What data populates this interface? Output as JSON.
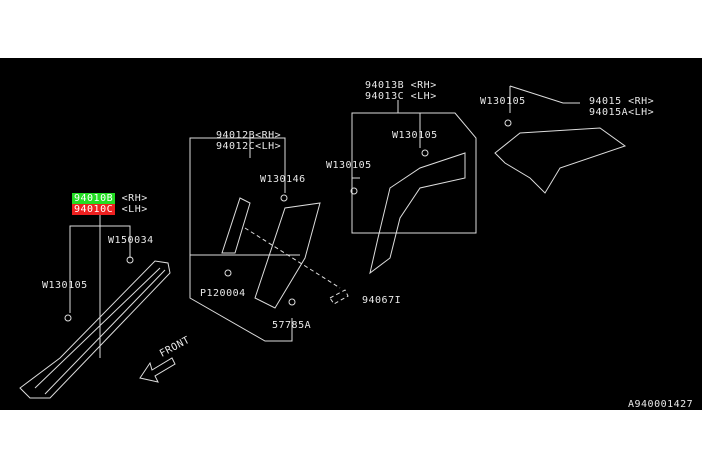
{
  "diagram_id": "A940001427",
  "highlight_colors": {
    "rh": "#22dd22",
    "lh": "#ee2020"
  },
  "groups": [
    {
      "id": "pillar-a",
      "rh_code": "94010B",
      "rh_tag": "<RH>",
      "lh_code": "94010C",
      "lh_tag": "<LH>",
      "parts": [
        "W150034",
        "W130105"
      ]
    },
    {
      "id": "pillar-b",
      "rh": "94012B<RH>",
      "lh": "94012C<LH>",
      "parts": [
        "W130146",
        "P120004",
        "57785A",
        "94067I"
      ]
    },
    {
      "id": "pillar-c",
      "rh": "94013B <RH>",
      "lh": "94013C <LH>",
      "parts": [
        "W130105",
        "W130105"
      ]
    },
    {
      "id": "rear-trim",
      "rh": "94015 <RH>",
      "lh": "94015A<LH>",
      "parts": [
        "W130105"
      ]
    }
  ],
  "front_label": "FRONT"
}
